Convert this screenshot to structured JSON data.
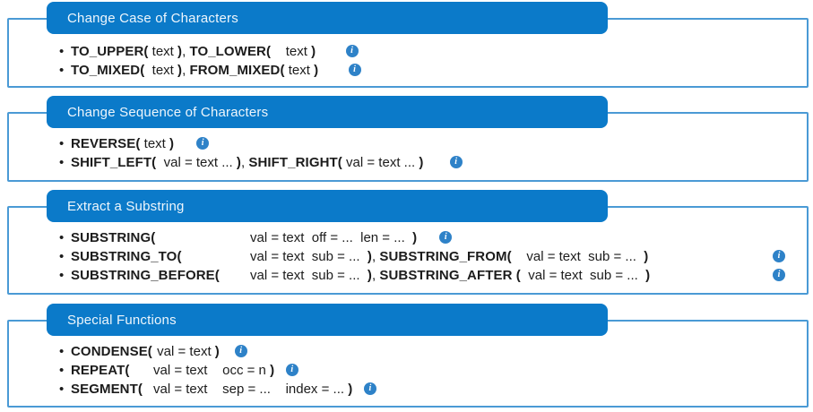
{
  "colors": {
    "header_blue": "#0b7ac9",
    "border_blue": "#4a9ad5",
    "info_blue": "#2e82c8",
    "header_text": "#eef6fc",
    "body_text": "#1c1c1c"
  },
  "icons": {
    "bullet": "•",
    "info_glyph": "i",
    "info_name": "info-icon"
  },
  "sections": [
    {
      "title": "Change Case of Characters",
      "bullets": [
        {
          "segments": [
            {
              "t": "TO_UPPER(",
              "b": true
            },
            {
              "t": " text ",
              "b": false
            },
            {
              "t": ")",
              "b": true
            },
            {
              "t": ", ",
              "b": false
            },
            {
              "t": "TO_LOWER(",
              "b": true
            },
            {
              "t": "    text ",
              "b": false
            },
            {
              "t": ")",
              "b": true
            },
            {
              "t": "        ",
              "b": false
            }
          ],
          "icon_right": false
        },
        {
          "segments": [
            {
              "t": "TO_MIXED(",
              "b": true
            },
            {
              "t": "  text ",
              "b": false
            },
            {
              "t": ")",
              "b": true
            },
            {
              "t": ", ",
              "b": false
            },
            {
              "t": "FROM_MIXED(",
              "b": true
            },
            {
              "t": " text ",
              "b": false
            },
            {
              "t": ")",
              "b": true
            },
            {
              "t": "        ",
              "b": false
            }
          ],
          "icon_right": false
        }
      ]
    },
    {
      "title": "Change Sequence of Characters",
      "bullets": [
        {
          "segments": [
            {
              "t": "REVERSE(",
              "b": true
            },
            {
              "t": " text ",
              "b": false
            },
            {
              "t": ")",
              "b": true
            },
            {
              "t": "      ",
              "b": false
            }
          ],
          "icon_right": false
        },
        {
          "segments": [
            {
              "t": "SHIFT_LEFT(",
              "b": true
            },
            {
              "t": "  val = text ... ",
              "b": false
            },
            {
              "t": ")",
              "b": true
            },
            {
              "t": ", ",
              "b": false
            },
            {
              "t": "SHIFT_RIGHT(",
              "b": true
            },
            {
              "t": " val = text ... ",
              "b": false
            },
            {
              "t": ")",
              "b": true
            },
            {
              "t": "       ",
              "b": false
            }
          ],
          "icon_right": false
        }
      ]
    },
    {
      "title": "Extract a Substring",
      "bullets": [
        {
          "segments": [
            {
              "t": "SUBSTRING(",
              "b": true
            },
            {
              "t": "val = text  off = ...  len = ...  ",
              "b": false
            },
            {
              "t": ")",
              "b": true
            },
            {
              "t": "      ",
              "b": false
            }
          ],
          "icon_right": false
        },
        {
          "segments": [
            {
              "t": "SUBSTRING_TO(",
              "b": true
            },
            {
              "t": "val = text  sub = ...  ",
              "b": false
            },
            {
              "t": ")",
              "b": true
            },
            {
              "t": ", ",
              "b": false
            },
            {
              "t": "SUBSTRING_FROM(",
              "b": true
            },
            {
              "t": "    val = text  sub = ...  ",
              "b": false
            },
            {
              "t": ")",
              "b": true
            }
          ],
          "icon_right": true
        },
        {
          "segments": [
            {
              "t": "SUBSTRING_BEFORE(",
              "b": true
            },
            {
              "t": "val = text  sub = ...  ",
              "b": false
            },
            {
              "t": ")",
              "b": true
            },
            {
              "t": ", ",
              "b": false
            },
            {
              "t": "SUBSTRING_AFTER (",
              "b": true
            },
            {
              "t": "  val = text  sub = ...  ",
              "b": false
            },
            {
              "t": ")",
              "b": true
            }
          ],
          "icon_right": true
        }
      ]
    },
    {
      "title": "Special Functions",
      "bullets": [
        {
          "segments": [
            {
              "t": "CONDENSE(",
              "b": true
            },
            {
              "t": " val = text ",
              "b": false
            },
            {
              "t": ")",
              "b": true
            },
            {
              "t": "    ",
              "b": false
            }
          ],
          "icon_right": false
        },
        {
          "segments": [
            {
              "t": "REPEAT(",
              "b": true
            },
            {
              "t": "val = text    occ = n ",
              "b": false
            },
            {
              "t": ")",
              "b": true
            },
            {
              "t": "   ",
              "b": false
            }
          ],
          "icon_right": false
        },
        {
          "segments": [
            {
              "t": "SEGMENT(",
              "b": true
            },
            {
              "t": "val = text    sep = ...    index = ... ",
              "b": false
            },
            {
              "t": ")",
              "b": true
            },
            {
              "t": "   ",
              "b": false
            }
          ],
          "icon_right": false
        }
      ]
    }
  ]
}
